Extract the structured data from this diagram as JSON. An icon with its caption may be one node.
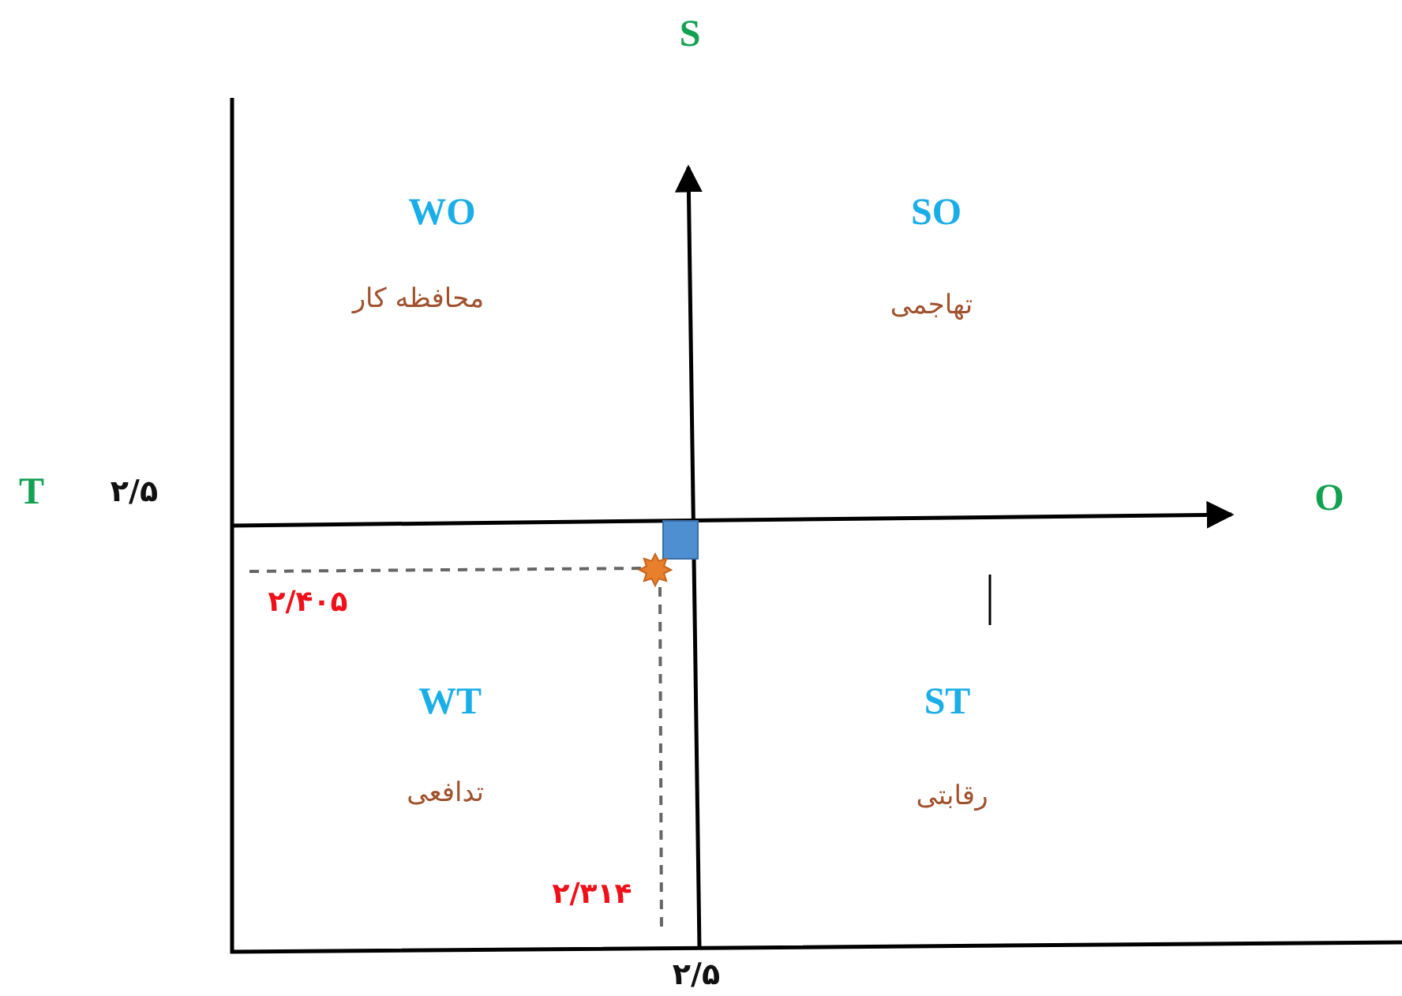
{
  "diagram": {
    "labels": [
      "S",
      "WO",
      "محافظه کار",
      "SO",
      "تهاجمی",
      "T",
      "۲/۵",
      "O",
      "۲/۴۰۵",
      "WT",
      "تدافعی",
      "ST",
      "رقابتی",
      "۲/۳۱۴",
      "۲/۵"
    ]
  }
}
